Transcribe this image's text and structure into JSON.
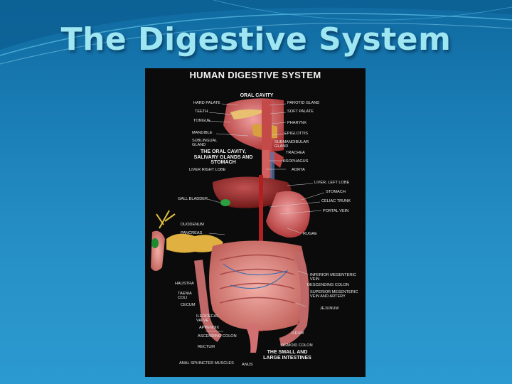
{
  "slide": {
    "title": "The Digestive System"
  },
  "poster": {
    "title": "HUMAN DIGESTIVE SYSTEM",
    "section_labels": {
      "oral_cavity": "ORAL CAVITY",
      "oral_stomach": "THE ORAL CAVITY, SALIVARY GLANDS AND STOMACH",
      "intestines": "THE SMALL AND LARGE INTESTINES"
    },
    "labels_left": {
      "hard_palate": "HARD PALATE",
      "teeth": "TEETH",
      "tongue": "TONGUE",
      "mandible": "MANDIBLE",
      "sublingual": "SUBLINGUAL GLAND",
      "liver_right": "LIVER RIGHT LOBE",
      "gall_bladder": "GALL BLADDER",
      "duodenum": "DUODENUM",
      "pancreas": "PANCREAS",
      "haustra": "HAUSTRA",
      "taenia": "TAENIA COLI",
      "cecum": "CECUM",
      "ileocecal": "ILEOCECAL VALVE",
      "appendix": "APPENDIX",
      "ascending": "ASCENDING COLON",
      "rectum": "RECTUM",
      "anal_sphincter": "ANAL SPHINCTER MUSCLES"
    },
    "labels_right": {
      "parotid": "PAROTID GLAND",
      "soft_palate": "SOFT PALATE",
      "pharynx": "PHARYNX",
      "epiglottis": "EPIGLOTTIS",
      "submandibular": "SUBMANDIBULAR GLAND",
      "trachea": "TRACHEA",
      "esophagus": "ESOPHAGUS",
      "aorta": "AORTA",
      "liver_left": "LIVER, LEFT LOBE",
      "stomach": "STOMACH",
      "celiac": "CELIAC TRUNK",
      "portal": "PORTAL VEIN",
      "rugae": "RUGAE",
      "inf_mesenteric": "INFERIOR MESENTERIC VEIN",
      "descending": "DESCENDING COLON",
      "sup_mesenteric": "SUPERIOR MESENTERIC VEIN AND ARTERY",
      "jejunum": "JEJUNUM",
      "ileum": "ILEUM",
      "sigmoid": "SIGMOID COLON",
      "anus": "ANUS"
    }
  }
}
